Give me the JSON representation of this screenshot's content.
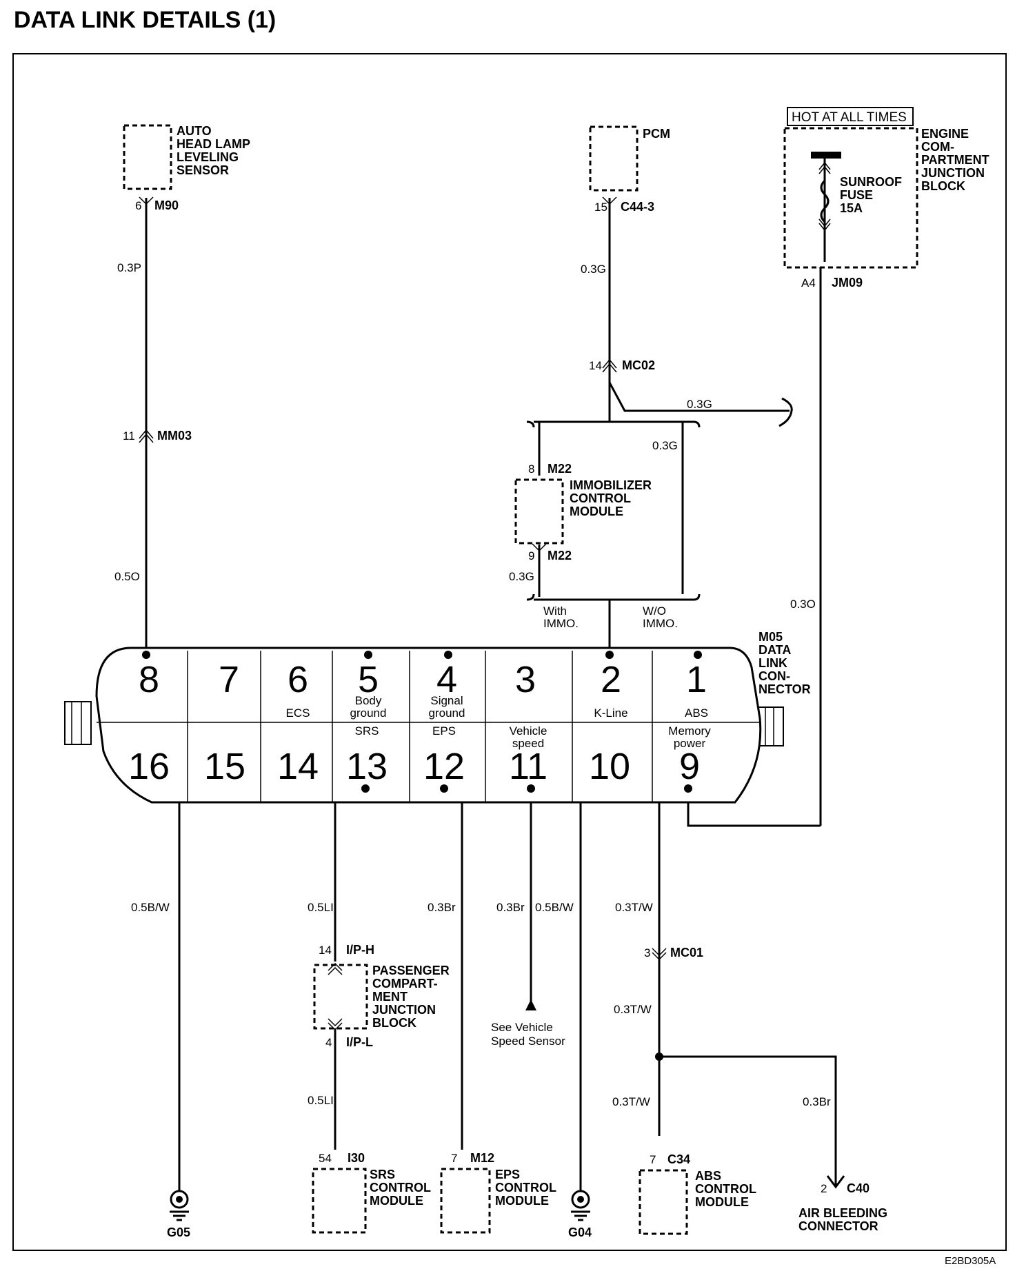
{
  "title": "DATA LINK DETAILS (1)",
  "diagram_id": "E2BD305A",
  "components": {
    "headlamp_sensor": {
      "name": [
        "AUTO",
        "HEAD LAMP",
        "LEVELING",
        "SENSOR"
      ],
      "pin": "6",
      "connector": "M90"
    },
    "pcm": {
      "name": "PCM",
      "pin": "15",
      "connector": "C44-3"
    },
    "hot_label": "HOT AT ALL TIMES",
    "engine_jb": {
      "name": [
        "ENGINE",
        "COM-",
        "PARTMENT",
        "JUNCTION",
        "BLOCK"
      ],
      "fuse": [
        "SUNROOF",
        "FUSE",
        "15A"
      ],
      "pin": "A4",
      "connector": "JM09"
    },
    "immobilizer": {
      "name": [
        "IMMOBILIZER",
        "CONTROL",
        "MODULE"
      ],
      "pin_top": "8",
      "pin_bottom": "9",
      "connector": "M22"
    },
    "dlc": {
      "name": [
        "M05",
        "DATA",
        "LINK",
        "CON-",
        "NECTOR"
      ]
    },
    "passenger_jb": {
      "name": [
        "PASSENGER",
        "COMPART-",
        "MENT",
        "JUNCTION",
        "BLOCK"
      ],
      "pin_top": "14",
      "conn_top": "I/P-H",
      "pin_bottom": "4",
      "conn_bottom": "I/P-L"
    },
    "srs": {
      "name": [
        "SRS",
        "CONTROL",
        "MODULE"
      ],
      "pin": "54",
      "connector": "I30"
    },
    "eps": {
      "name": [
        "EPS",
        "CONTROL",
        "MODULE"
      ],
      "pin": "7",
      "connector": "M12"
    },
    "abs": {
      "name": [
        "ABS",
        "CONTROL",
        "MODULE"
      ],
      "pin": "7",
      "connector": "C34"
    },
    "air_bleed": {
      "name": [
        "AIR BLEEDING",
        "CONNECTOR"
      ],
      "pin": "2",
      "connector": "C40"
    },
    "vss_note": [
      "See Vehicle",
      "Speed Sensor"
    ],
    "ground_left": "G05",
    "ground_right": "G04"
  },
  "connectors_inline": {
    "mm03": {
      "pin": "11",
      "name": "MM03"
    },
    "mc02": {
      "pin": "14",
      "name": "MC02"
    },
    "mc01": {
      "pin": "3",
      "name": "MC01"
    }
  },
  "variants": {
    "with": [
      "With",
      "IMMO."
    ],
    "without": [
      "W/O",
      "IMMO."
    ]
  },
  "dlc_pins_top": [
    {
      "num": "8",
      "label": []
    },
    {
      "num": "7",
      "label": []
    },
    {
      "num": "6",
      "label": [
        "ECS"
      ]
    },
    {
      "num": "5",
      "label": [
        "Body",
        "ground"
      ]
    },
    {
      "num": "4",
      "label": [
        "Signal",
        "ground"
      ]
    },
    {
      "num": "3",
      "label": []
    },
    {
      "num": "2",
      "label": [
        "K-Line"
      ]
    },
    {
      "num": "1",
      "label": [
        "ABS"
      ]
    }
  ],
  "dlc_pins_bottom": [
    {
      "num": "16",
      "label": []
    },
    {
      "num": "15",
      "label": []
    },
    {
      "num": "14",
      "label": []
    },
    {
      "num": "13",
      "label": [
        "SRS"
      ]
    },
    {
      "num": "12",
      "label": [
        "EPS"
      ]
    },
    {
      "num": "11",
      "label": [
        "Vehicle",
        "speed"
      ]
    },
    {
      "num": "10",
      "label": []
    },
    {
      "num": "9",
      "label": [
        "Memory",
        "power"
      ]
    }
  ],
  "wires": {
    "pin8_upper": "0.3P",
    "pin8_lower": "0.5O",
    "pcm_upper": "0.3G",
    "mc02_branch": "0.3G",
    "wo_immo": "0.3G",
    "with_immo": "0.3G",
    "pin9_fuse": "0.3O",
    "pin16_gnd": "0.5B/W",
    "pin13_srs_upper": "0.5LI",
    "pin13_srs_lower": "0.5LI",
    "pin12_eps": "0.3Br",
    "pin11_vss": "0.3Br",
    "pin4_gnd": "0.5B/W",
    "pin1_abs_upper": "0.3T/W",
    "pin1_abs_mid": "0.3T/W",
    "pin1_abs_lower": "0.3T/W",
    "air_bleed": "0.3Br"
  }
}
